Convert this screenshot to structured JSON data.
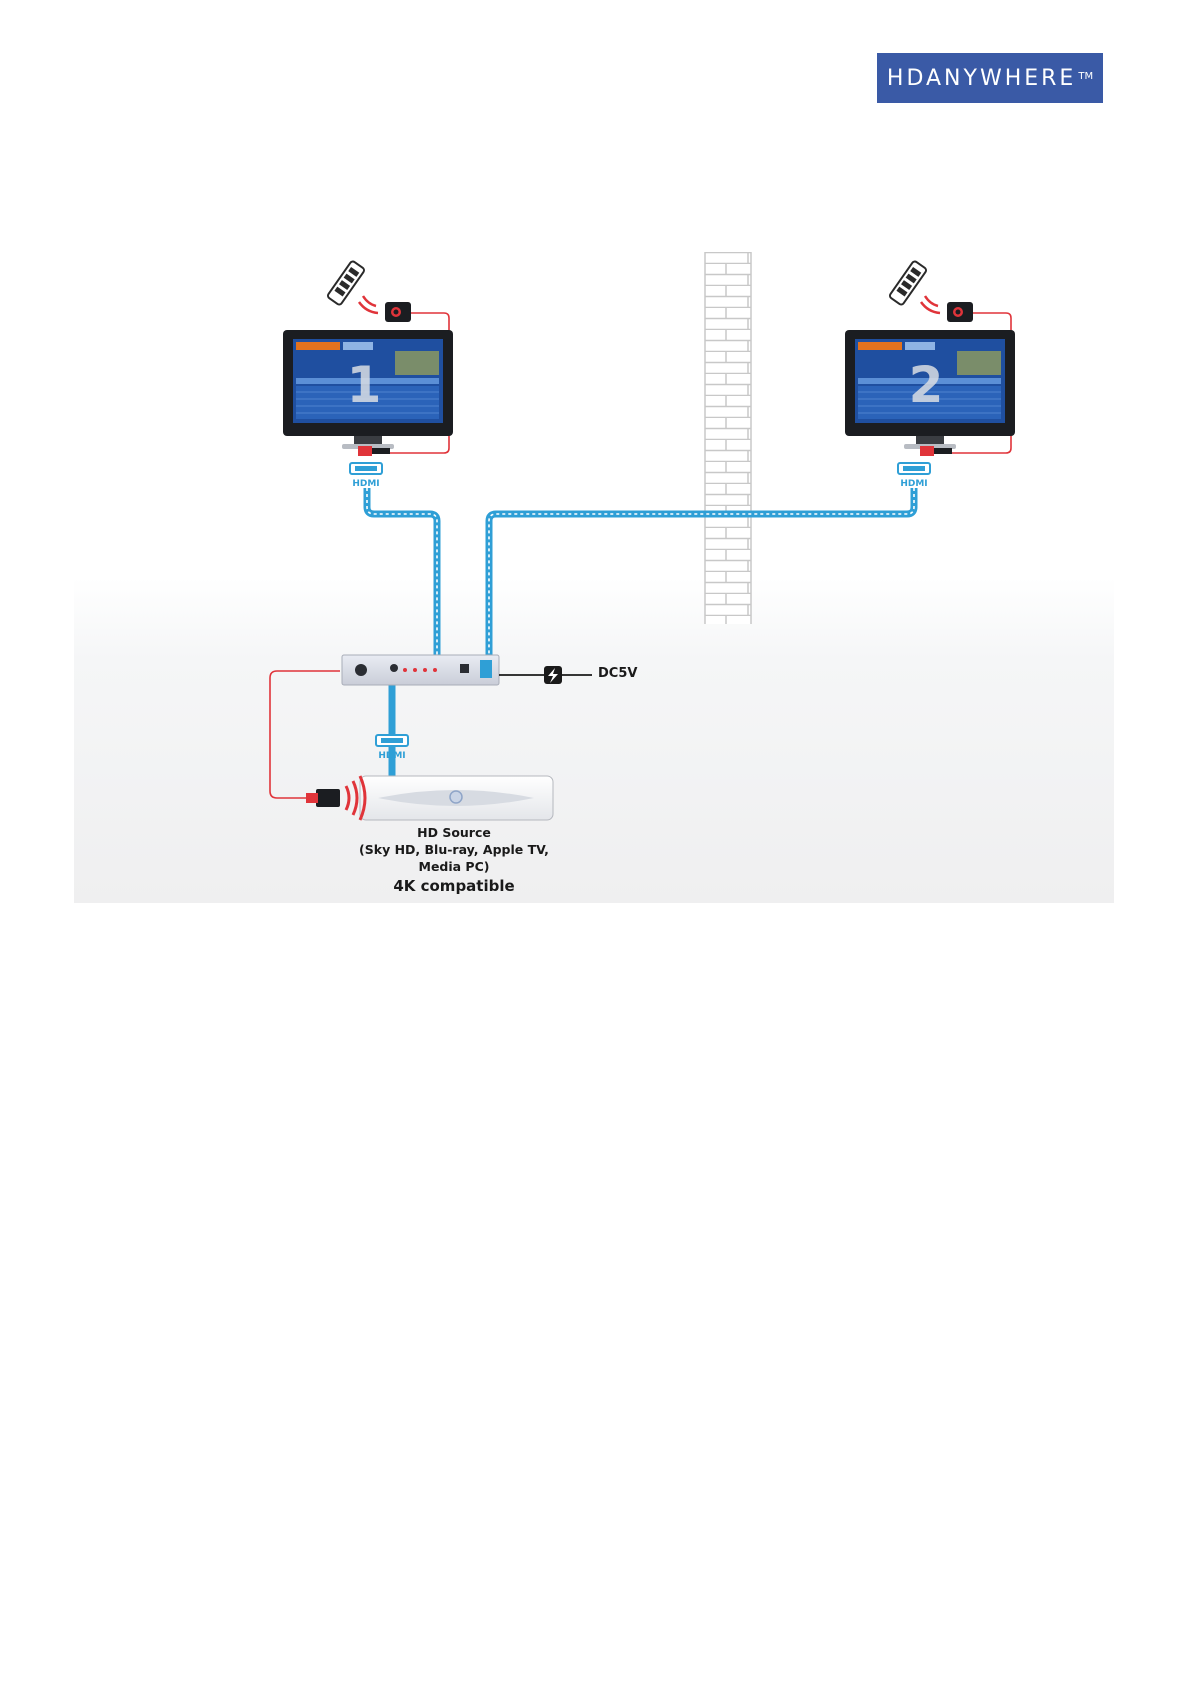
{
  "brand": {
    "name": "HDANYWHERE",
    "trademark": "TM",
    "color": "#3a5aa6"
  },
  "diagram": {
    "tv_left": {
      "number": "1"
    },
    "tv_right": {
      "number": "2"
    },
    "hdmi_label": "HDMI",
    "power": {
      "label": "DC5V"
    },
    "source": {
      "title": "HD Source",
      "subtitle": "(Sky HD, Blu-ray, Apple TV, Media PC)",
      "note": "4K compatible"
    },
    "colors": {
      "cable": "#2f9fd6",
      "ir_wire": "#e0343a",
      "background_panel": "#f0f0f1"
    },
    "icons": [
      "remote-icon",
      "ir-receiver-icon",
      "tv-icon",
      "hdmi-icon",
      "lightning-icon",
      "ir-emitter-icon",
      "brick-wall-icon",
      "splitter-box-icon",
      "source-box-icon"
    ]
  }
}
